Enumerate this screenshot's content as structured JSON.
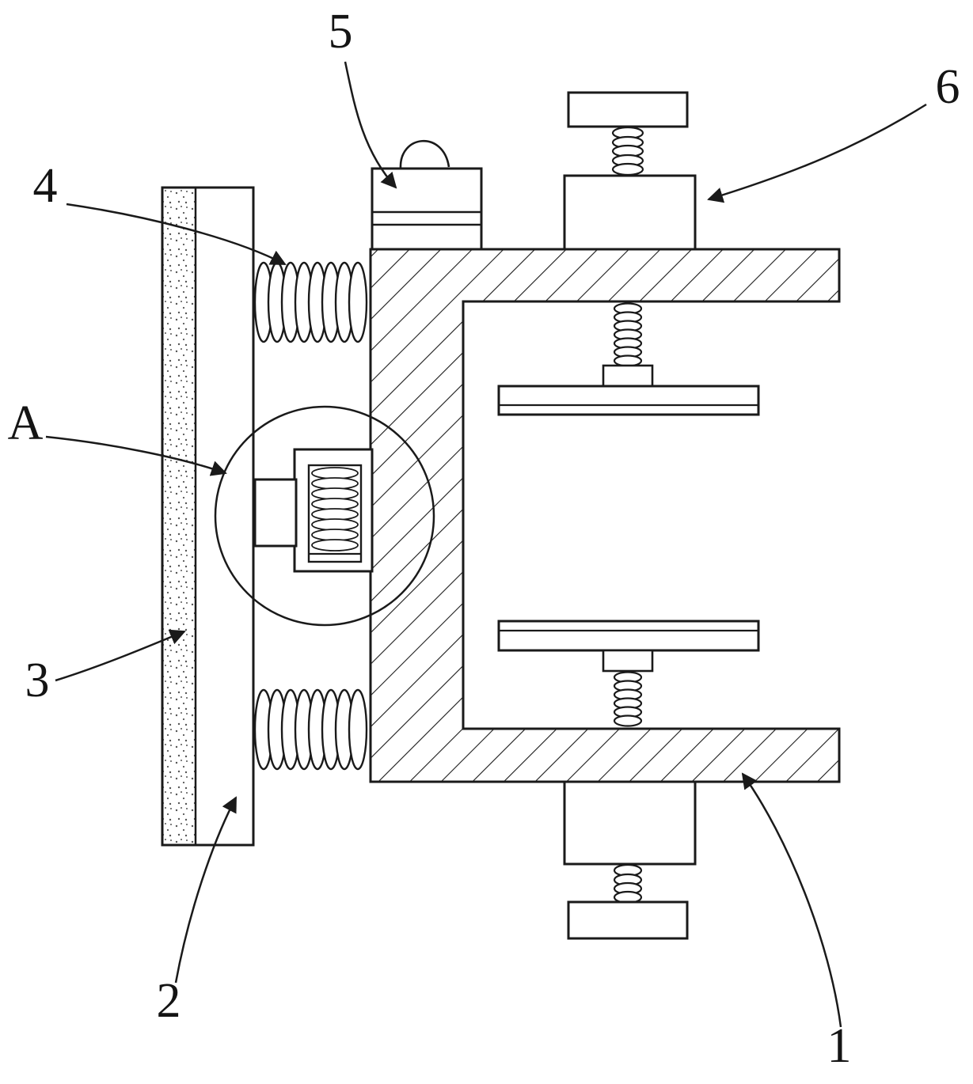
{
  "figure": {
    "kind": "patent-technical-drawing",
    "labels": {
      "ref_1": "1",
      "ref_2": "2",
      "ref_3": "3",
      "ref_4": "4",
      "ref_5": "5",
      "ref_6": "6",
      "ref_A": "A"
    },
    "colors": {
      "ink": "#1a1a1a",
      "background": "#ffffff"
    }
  }
}
